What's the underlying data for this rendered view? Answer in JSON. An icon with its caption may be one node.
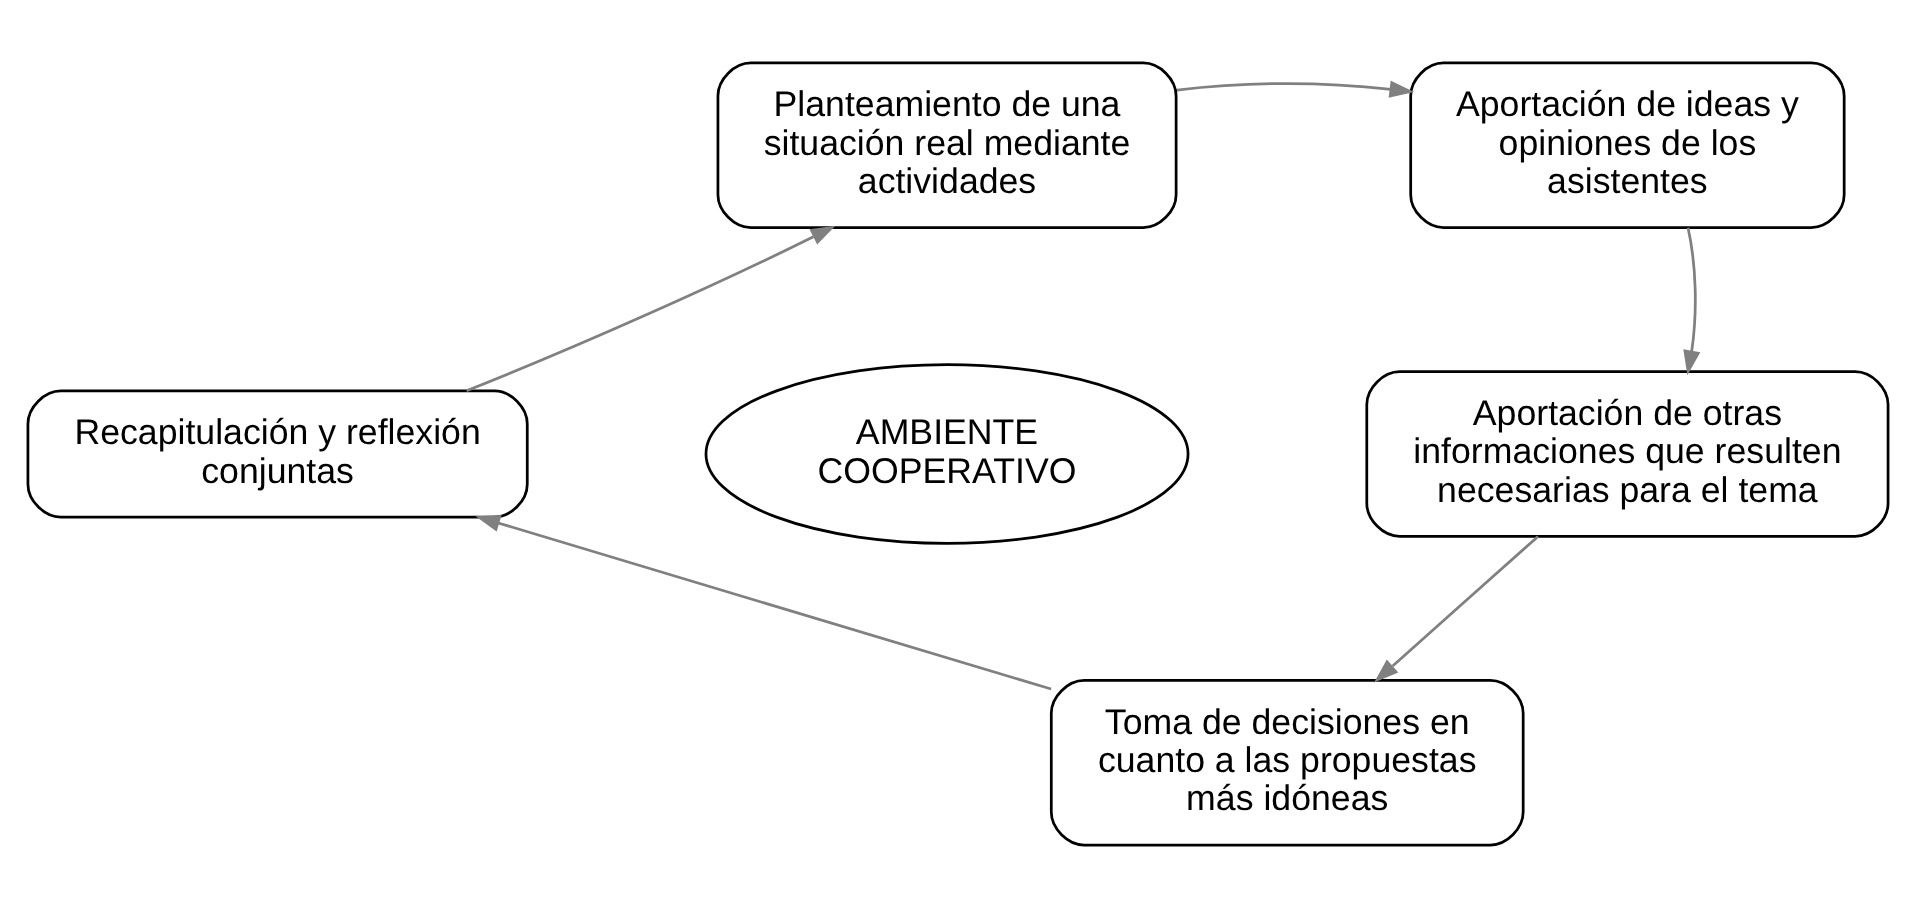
{
  "diagram": {
    "nodes": [
      {
        "text": [
          "Planteamiento de una situación real mediante actividades"
        ]
      },
      {
        "text": [
          "Aportación de ideas y opiniones de los asistentes"
        ]
      },
      {
        "text": [
          "Aportación de otras informaciones que resulten necesarias para el tema"
        ]
      },
      {
        "text": [
          "Toma de decisiones en cuanto a las propuestas más idóneas"
        ]
      },
      {
        "text": [
          "Recapitulación y reflexión conjuntas"
        ]
      },
      {
        "text": [
          "AMBIENTE COOPERATIVO"
        ]
      }
    ],
    "edges": [
      {
        "from": 0,
        "to": 1,
        "arrow": "to"
      },
      {
        "from": 1,
        "to": 2,
        "arrow": "to"
      },
      {
        "from": 2,
        "to": 3,
        "arrow": "to"
      },
      {
        "from": 3,
        "to": 4,
        "arrow": "to"
      },
      {
        "from": 4,
        "to": 0,
        "arrow": "to"
      }
    ]
  }
}
